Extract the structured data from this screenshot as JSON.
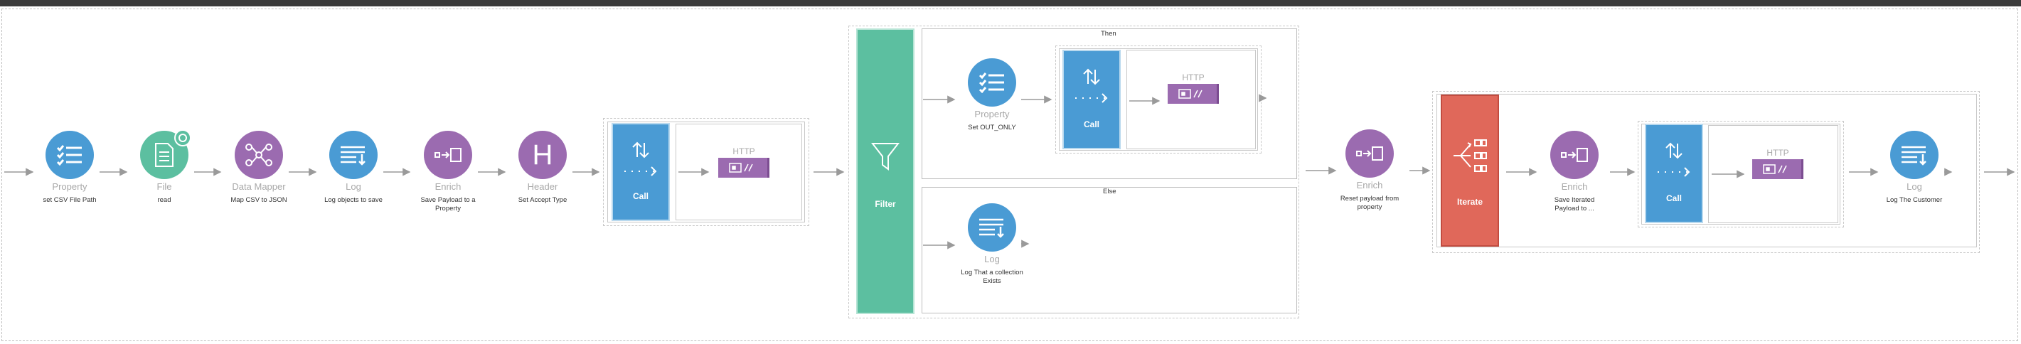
{
  "colors": {
    "blue": "#4a9bd4",
    "purple": "#9b6bb0",
    "green": "#5cbfa0",
    "orange": "#e0685a",
    "arrow": "#9a9a9a"
  },
  "nodes": [
    {
      "type": "Property",
      "desc": "set CSV File Path",
      "icon": "checklist-icon"
    },
    {
      "type": "File",
      "desc": "read",
      "icon": "file-icon"
    },
    {
      "type": "Data Mapper",
      "desc": "Map CSV to JSON",
      "icon": "data-mapper-icon"
    },
    {
      "type": "Log",
      "desc": "Log objects to save",
      "icon": "log-icon"
    },
    {
      "type": "Enrich",
      "desc": "Save Payload to a Property",
      "icon": "enrich-icon"
    },
    {
      "type": "Header",
      "desc": "Set Accept Type",
      "icon": "header-icon"
    }
  ],
  "call1": {
    "label": "Call",
    "http": "HTTP"
  },
  "filter": {
    "label": "Filter",
    "then_label": "Then",
    "else_label": "Else"
  },
  "then_branch": {
    "type": "Property",
    "desc": "Set OUT_ONLY",
    "call": "Call",
    "http": "HTTP"
  },
  "else_branch": {
    "type": "Log",
    "desc": "Log That a collection Exists"
  },
  "enrich2": {
    "type": "Enrich",
    "desc": "Reset payload from property"
  },
  "iterate": {
    "label": "Iterate"
  },
  "iter_enrich": {
    "type": "Enrich",
    "desc": "Save Iterated Payload to ..."
  },
  "iter_call": {
    "label": "Call",
    "http": "HTTP"
  },
  "iter_log": {
    "type": "Log",
    "desc": "Log The Customer"
  }
}
